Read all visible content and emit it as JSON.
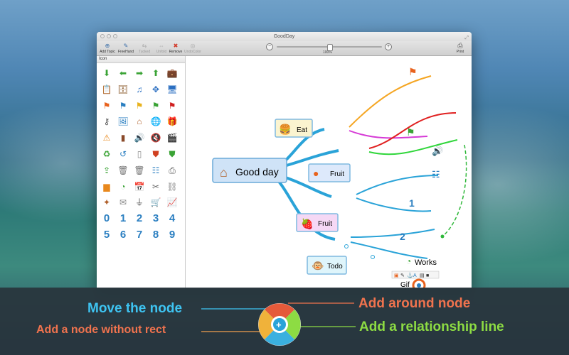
{
  "window": {
    "title": "GoodDay"
  },
  "toolbar": {
    "items": [
      {
        "label": "Add Topic",
        "icon": "add-topic-icon",
        "glyph": "⊕"
      },
      {
        "label": "FreeHand",
        "icon": "freehand-icon",
        "glyph": "✎"
      },
      {
        "label": "Tucked",
        "icon": "tucked-icon",
        "glyph": "⇆"
      },
      {
        "label": "Unfold",
        "icon": "unfold-icon",
        "glyph": "⇔"
      },
      {
        "label": "Remove",
        "icon": "remove-icon",
        "glyph": "✖"
      },
      {
        "label": "UndoColor",
        "icon": "undo-color-icon",
        "glyph": "◎"
      }
    ],
    "zoom_label": "100%",
    "zoom_out": "−",
    "zoom_in": "+",
    "zoom_value": 0.5,
    "print_label": "Print"
  },
  "icon_panel": {
    "title": "Icon",
    "icons": [
      {
        "name": "arrow-down-icon",
        "g": "⬇",
        "c": "#3aa335"
      },
      {
        "name": "arrow-left-icon",
        "g": "⬅",
        "c": "#3aa335"
      },
      {
        "name": "arrow-right-icon",
        "g": "➡",
        "c": "#3aa335"
      },
      {
        "name": "arrow-up-icon",
        "g": "⬆",
        "c": "#3aa335"
      },
      {
        "name": "briefcase-icon",
        "g": "💼",
        "c": "#a0602a"
      },
      {
        "name": "clipboard-icon",
        "g": "📋",
        "c": "#b07a3a"
      },
      {
        "name": "cabinet-icon",
        "g": "🗄",
        "c": "#8a5a2a"
      },
      {
        "name": "music-icon",
        "g": "♫",
        "c": "#2b6fc1"
      },
      {
        "name": "move-icon",
        "g": "✥",
        "c": "#2b6fc1"
      },
      {
        "name": "monitor-icon",
        "g": "🖥",
        "c": "#2b6fc1"
      },
      {
        "name": "flag-orange-icon",
        "g": "⚑",
        "c": "#e8621d"
      },
      {
        "name": "flag-blue-icon",
        "g": "⚑",
        "c": "#2b7fc1"
      },
      {
        "name": "flag-yellow-icon",
        "g": "⚑",
        "c": "#e8b21d"
      },
      {
        "name": "flag-green-icon",
        "g": "⚑",
        "c": "#3aa335"
      },
      {
        "name": "flag-red-icon",
        "g": "⚑",
        "c": "#d02020"
      },
      {
        "name": "key-icon",
        "g": "⚷",
        "c": "#555555"
      },
      {
        "name": "picture-icon",
        "g": "🖼",
        "c": "#2b7fc1"
      },
      {
        "name": "home-icon",
        "g": "⌂",
        "c": "#b0602a"
      },
      {
        "name": "globe-icon",
        "g": "🌐",
        "c": "#2b7fc1"
      },
      {
        "name": "gift-icon",
        "g": "🎁",
        "c": "#e8621d"
      },
      {
        "name": "warning-icon",
        "g": "⚠",
        "c": "#e8881d"
      },
      {
        "name": "wallet-icon",
        "g": "▮",
        "c": "#8a4a2a"
      },
      {
        "name": "speaker-icon",
        "g": "🔊",
        "c": "#666666"
      },
      {
        "name": "mute-icon",
        "g": "🔇",
        "c": "#666666"
      },
      {
        "name": "clapper-icon",
        "g": "🎬",
        "c": "#333333"
      },
      {
        "name": "refresh-icon",
        "g": "♻",
        "c": "#3aa335"
      },
      {
        "name": "undo-icon",
        "g": "↺",
        "c": "#2b7fc1"
      },
      {
        "name": "phone-icon",
        "g": "▯",
        "c": "#888888"
      },
      {
        "name": "shield-red-icon",
        "g": "⛊",
        "c": "#d04020"
      },
      {
        "name": "shield-green-icon",
        "g": "⛊",
        "c": "#3aa335"
      },
      {
        "name": "upload-icon",
        "g": "⇪",
        "c": "#3aa335"
      },
      {
        "name": "trash-icon",
        "g": "🗑",
        "c": "#777777"
      },
      {
        "name": "trash-full-icon",
        "g": "🗑",
        "c": "#777777"
      },
      {
        "name": "contact-icon",
        "g": "☷",
        "c": "#2b7fc1"
      },
      {
        "name": "printer-icon",
        "g": "⎙",
        "c": "#555555"
      },
      {
        "name": "folder-icon",
        "g": "▆",
        "c": "#e8881d"
      },
      {
        "name": "pie-chart-icon",
        "g": "◔",
        "c": "#3aa335"
      },
      {
        "name": "calendar-icon",
        "g": "📅",
        "c": "#2b7fc1"
      },
      {
        "name": "tools-icon",
        "g": "✂",
        "c": "#666666"
      },
      {
        "name": "link-icon",
        "g": "⛓",
        "c": "#888888"
      },
      {
        "name": "wand-icon",
        "g": "✦",
        "c": "#b0602a"
      },
      {
        "name": "mail-icon",
        "g": "✉",
        "c": "#888888"
      },
      {
        "name": "usb-icon",
        "g": "⏚",
        "c": "#555555"
      },
      {
        "name": "cart-icon",
        "g": "🛒",
        "c": "#666666"
      },
      {
        "name": "chart-icon",
        "g": "📈",
        "c": "#e8621d"
      }
    ],
    "numbers": [
      "0",
      "1",
      "2",
      "3",
      "4",
      "5",
      "6",
      "7",
      "8",
      "9"
    ]
  },
  "mindmap": {
    "root": "Good day",
    "nodes": {
      "eat": "Eat",
      "fruit1": "Fruit",
      "fruit2": "Fruit",
      "todo": "Todo"
    },
    "labels": {
      "one": "1",
      "two": "2",
      "works": "Works",
      "gif": "Gif"
    }
  },
  "captions": {
    "move": "Move the node",
    "around": "Add around node",
    "norect": "Add a node without rect",
    "relationship": "Add a relationship line"
  }
}
